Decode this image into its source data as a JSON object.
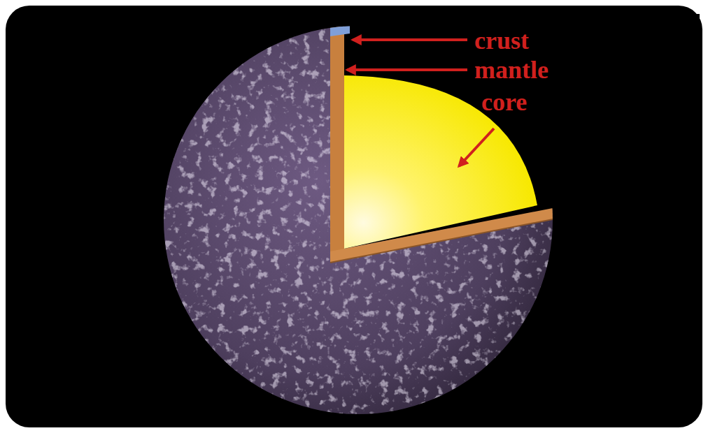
{
  "diagram": {
    "labels": [
      "crust",
      "mantle",
      "core"
    ]
  }
}
